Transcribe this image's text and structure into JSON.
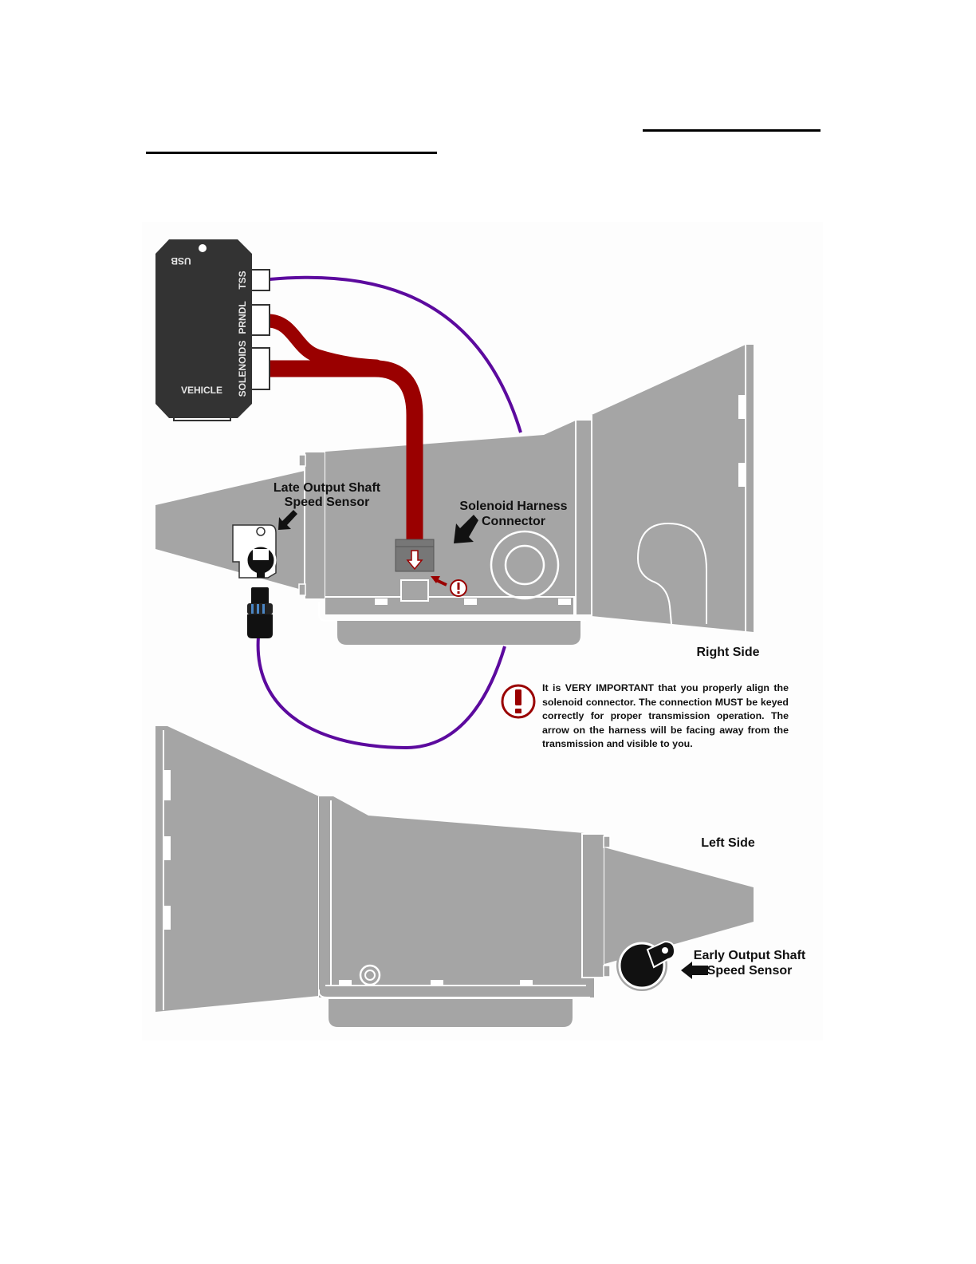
{
  "header_rules": [
    "blank-underline-1",
    "blank-underline-2"
  ],
  "controller": {
    "ports": {
      "usb": "USB",
      "tss": "TSS",
      "prndl": "PRNDL",
      "solenoids": "SOLENOIDS",
      "vehicle": "VEHICLE"
    }
  },
  "labels": {
    "late_oss": [
      "Late Output Shaft",
      "Speed Sensor"
    ],
    "solenoid_harness": [
      "Solenoid Harness",
      "Connector"
    ],
    "right_side": "Right Side",
    "left_side": "Left Side",
    "early_oss": [
      "Early Output Shaft",
      "Speed Sensor"
    ]
  },
  "warning": {
    "icon": "exclamation-circle-icon",
    "text": "It is VERY IMPORTANT that you properly align the solenoid connector. The connection MUST be keyed correctly for proper transmission operation. The arrow on the harness will be facing away from the transmission and visible to you."
  },
  "colors": {
    "harness_red": "#9a0000",
    "tss_wire_purple": "#5c0a9e",
    "transmission_gray": "#a5a5a5",
    "controller_body": "#333333",
    "warning_red": "#9a0000"
  }
}
